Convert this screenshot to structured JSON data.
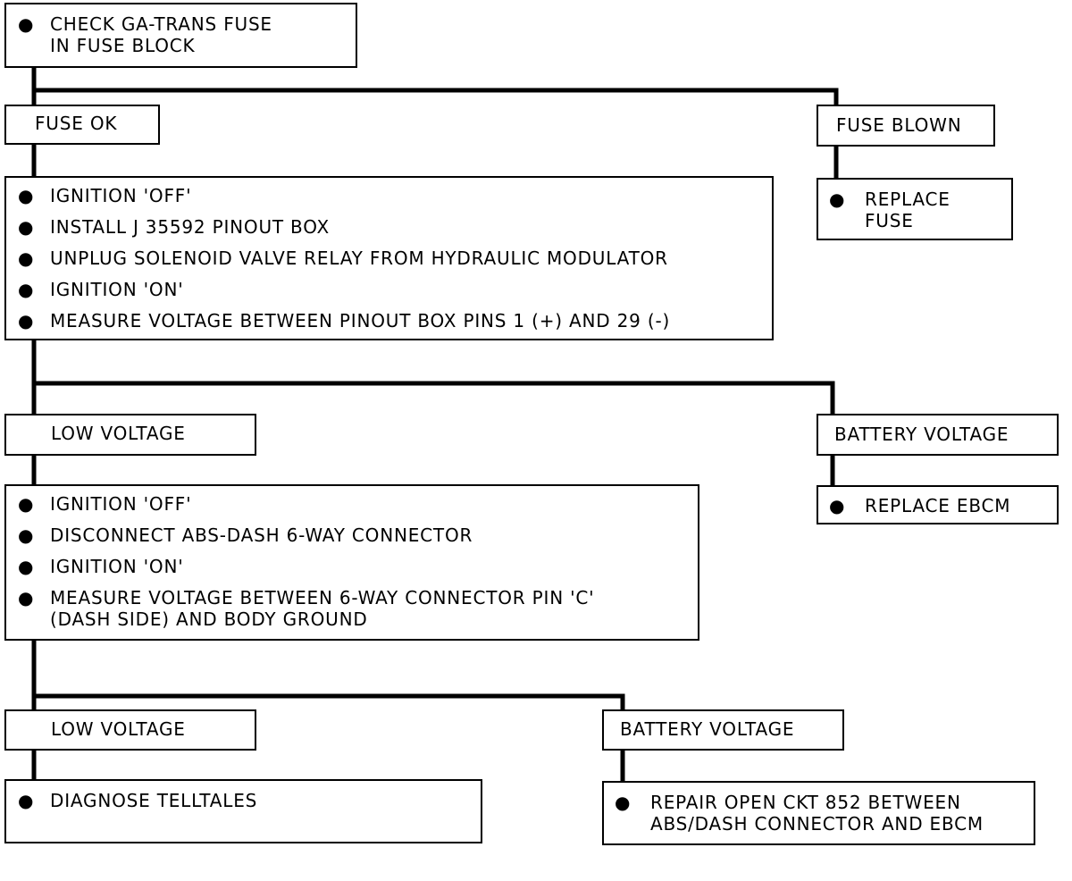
{
  "flowchart": {
    "bullet_symbol": "●",
    "start_box": {
      "items": [
        {
          "lines": [
            "CHECK GA-TRANS FUSE",
            "IN FUSE BLOCK"
          ]
        }
      ]
    },
    "fuse_ok": {
      "label": "FUSE OK"
    },
    "fuse_blown": {
      "label": "FUSE BLOWN"
    },
    "replace_fuse_box": {
      "items": [
        {
          "lines": [
            "REPLACE",
            "FUSE"
          ]
        }
      ]
    },
    "test_1_box": {
      "items": [
        {
          "lines": [
            "IGNITION 'OFF'"
          ]
        },
        {
          "lines": [
            "INSTALL J 35592 PINOUT BOX"
          ]
        },
        {
          "lines": [
            "UNPLUG SOLENOID VALVE RELAY FROM HYDRAULIC MODULATOR"
          ]
        },
        {
          "lines": [
            "IGNITION 'ON'"
          ]
        },
        {
          "lines": [
            "MEASURE VOLTAGE BETWEEN PINOUT BOX PINS 1 (+) AND 29 (-)"
          ]
        }
      ]
    },
    "low_voltage_1": {
      "label": "LOW VOLTAGE"
    },
    "battery_voltage_1": {
      "label": "BATTERY VOLTAGE"
    },
    "replace_ebcm_box": {
      "items": [
        {
          "lines": [
            "REPLACE  EBCM"
          ]
        }
      ]
    },
    "test_2_box": {
      "items": [
        {
          "lines": [
            "IGNITION 'OFF'"
          ]
        },
        {
          "lines": [
            "DISCONNECT ABS-DASH 6-WAY CONNECTOR"
          ]
        },
        {
          "lines": [
            "IGNITION 'ON'"
          ]
        },
        {
          "lines": [
            "MEASURE VOLTAGE BETWEEN 6-WAY CONNECTOR PIN 'C'",
            "(DASH SIDE) AND BODY GROUND"
          ]
        }
      ]
    },
    "low_voltage_2": {
      "label": "LOW VOLTAGE"
    },
    "battery_voltage_2": {
      "label": "BATTERY VOLTAGE"
    },
    "telltales_box": {
      "items": [
        {
          "lines": [
            "DIAGNOSE TELLTALES"
          ]
        }
      ]
    },
    "repair_box": {
      "items": [
        {
          "lines": [
            "REPAIR OPEN CKT 852 BETWEEN",
            "ABS/DASH CONNECTOR AND EBCM"
          ]
        }
      ]
    }
  }
}
